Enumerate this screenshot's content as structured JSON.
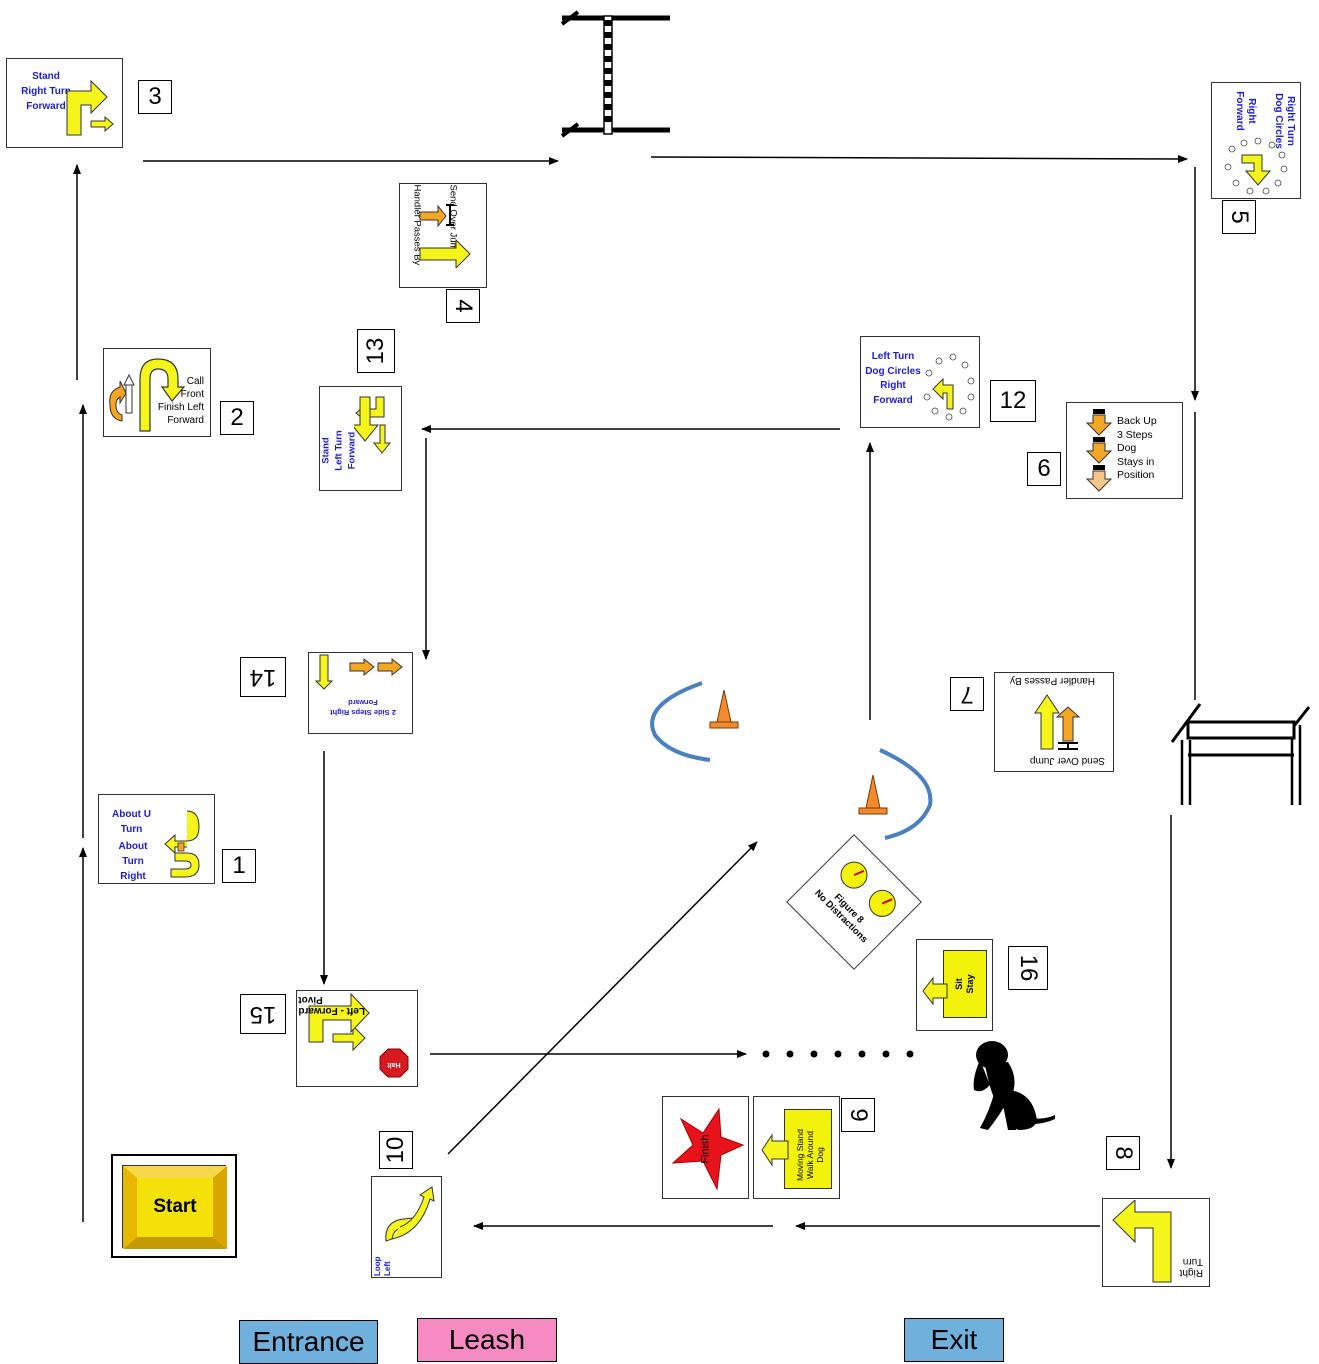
{
  "cards": {
    "c1": {
      "number": "1",
      "line1": "About U",
      "line2": "Turn",
      "line3": "About",
      "line4": "Turn",
      "line5": "Right"
    },
    "c2": {
      "number": "2",
      "line1": "Call",
      "line2": "Front",
      "line3": "Finish Left",
      "line4": "Forward"
    },
    "c3": {
      "number": "3",
      "line1": "Stand",
      "line2": "Right Turn",
      "line3": "Forward"
    },
    "c4": {
      "number": "4",
      "line1": "Send Over Jump",
      "line2": "Handler Passes By"
    },
    "c5": {
      "number": "5",
      "line1": "Right Turn",
      "line2": "Dog Circles",
      "line3": "Right",
      "line4": "Forward"
    },
    "c6a": {
      "number": "6",
      "line1": "Back Up",
      "line2": "3 Steps",
      "line3": "Dog",
      "line4": "Stays in",
      "line5": "Position"
    },
    "c7": {
      "number": "7",
      "line1": "Send Over Jump",
      "line2": "Handler Passes By"
    },
    "c8": {
      "number": "8",
      "line1": "Right",
      "line2": "Turn"
    },
    "c9": {
      "number": "9",
      "line1": "Moving Stand",
      "line2": "Walk Around",
      "line3": "Dog"
    },
    "c10": {
      "number": "10",
      "line1": "Loop",
      "line2": "Left"
    },
    "c12": {
      "number": "12",
      "line1": "Left Turn",
      "line2": "Dog Circles",
      "line3": "Right",
      "line4": "Forward"
    },
    "c13": {
      "number": "13",
      "line1": "Stand",
      "line2": "Left Turn",
      "line3": "Forward"
    },
    "c14": {
      "number": "14",
      "line1": "2  Side Steps Right",
      "line2": "Forward"
    },
    "c15": {
      "number": "15",
      "line1": "Pivot",
      "line2": "Left - Forward",
      "halt": "Halt"
    },
    "c16": {
      "number": "16",
      "line1": "Sit",
      "line2": "Stay"
    },
    "fig8": {
      "line1": "Figure 8",
      "line2": "No Distractions"
    },
    "finish": {
      "text": "Finish"
    },
    "start": {
      "text": "Start"
    }
  },
  "legend": [
    {
      "label": "Entrance",
      "color": "#6fb0dc"
    },
    {
      "label": "Leash",
      "color": "#f58bc2"
    },
    {
      "label": "Exit",
      "color": "#6fb0dc"
    }
  ],
  "colors": {
    "sign_yellow": "#f2f20a",
    "arrow_yellow": "#f5f51a",
    "arrow_orange": "#f5a623",
    "title_blue": "#1c1cd6",
    "star_red": "#e8121b",
    "halt_red": "#d71920",
    "cone_orange": "#f28a2e",
    "arc_blue": "#4a7fc0"
  }
}
